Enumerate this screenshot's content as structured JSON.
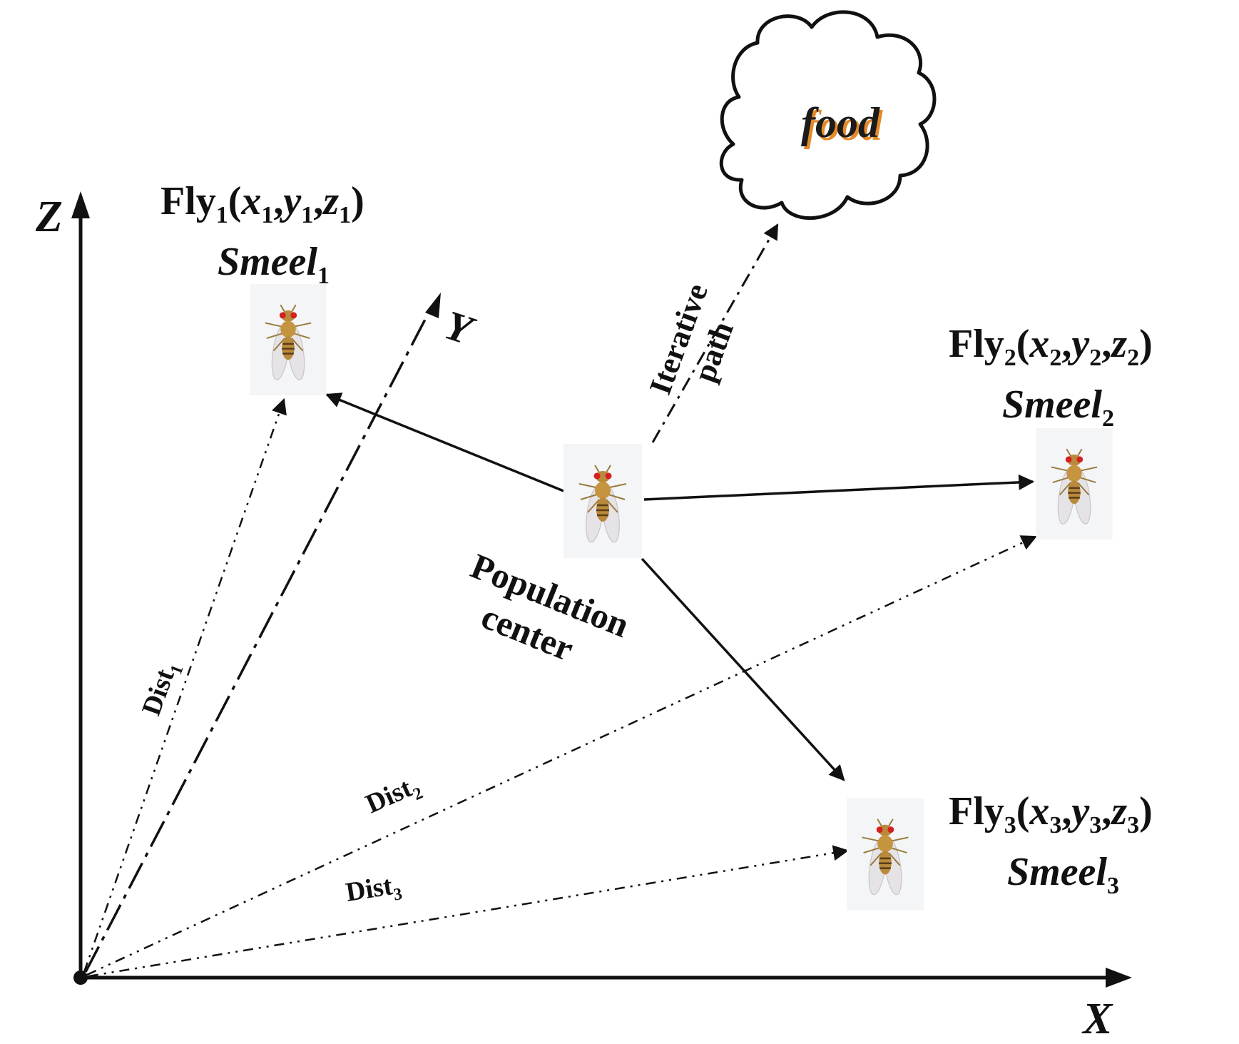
{
  "axes": {
    "z_label": "Z",
    "y_label": "Y",
    "x_label": "X"
  },
  "food": {
    "label": "food"
  },
  "iterative_path": {
    "line1": "Iterative",
    "line2": "path"
  },
  "population_center": {
    "line1": "Population",
    "line2": "center"
  },
  "flies": [
    {
      "name": "Fly",
      "sub": "1",
      "coord_open": "(",
      "x": "x",
      "y": "y",
      "z": "z",
      "comma": ",",
      "coord_close": ")",
      "smell": "Smeel",
      "dist": "Dist"
    },
    {
      "name": "Fly",
      "sub": "2",
      "coord_open": "(",
      "x": "x",
      "y": "y",
      "z": "z",
      "comma": ",",
      "coord_close": ")",
      "smell": "Smeel",
      "dist": "Dist"
    },
    {
      "name": "Fly",
      "sub": "3",
      "coord_open": "(",
      "x": "x",
      "y": "y",
      "z": "z",
      "comma": ",",
      "coord_close": ")",
      "smell": "Smeel",
      "dist": "Dist"
    }
  ],
  "colors": {
    "ink": "#111111",
    "food_text": "#1b1b1b",
    "food_shadow": "#e38a2a",
    "fly_body": "#b98a3c",
    "fly_eye": "#d42020",
    "card_bg": "#f3f5f7"
  }
}
